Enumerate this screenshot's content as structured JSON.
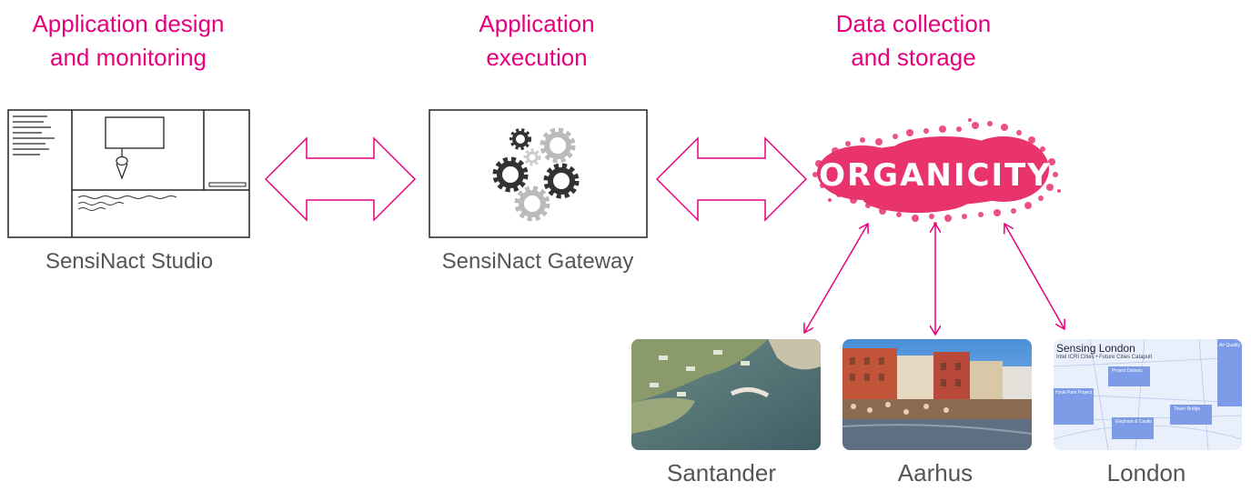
{
  "headings": {
    "design": "Application design\nand monitoring",
    "execution": "Application\nexecution",
    "data": "Data collection\nand storage"
  },
  "captions": {
    "studio": "SensiNact Studio",
    "gateway": "SensiNact Gateway"
  },
  "logo": {
    "text": "ORGANICITY",
    "color": "#e8336d"
  },
  "cities": [
    {
      "name": "Santander"
    },
    {
      "name": "Aarhus"
    },
    {
      "name": "London",
      "thumbnail_title": "Sensing London",
      "thumbnail_subtitle": "Intel ICRI Cities • Future Cities Catapult",
      "thumbnail_labels": [
        "Project Dataviz",
        "Hyde Park Project",
        "Elephant & Castle",
        "Tower Bridge",
        "Air Quality"
      ]
    }
  ],
  "colors": {
    "accent": "#e6007e",
    "caption": "#555555",
    "arrow": "#e6007e"
  }
}
